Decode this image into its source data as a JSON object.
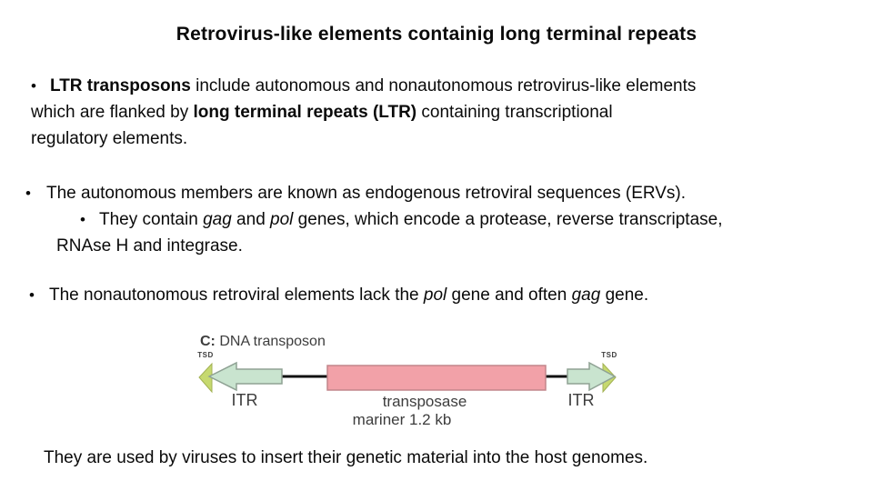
{
  "title": "Retrovirus-like elements containig long terminal repeats",
  "bullet_char": "•",
  "paragraph1": {
    "line1": {
      "run_bold": "LTR transposons",
      "run_rest": " include autonomous and nonautonomous retrovirus-like elements"
    },
    "line2": {
      "run1": "which are flanked by ",
      "run_bold": "long terminal repeats (LTR)",
      "run2": " containing transcriptional"
    },
    "line3": "regulatory elements."
  },
  "paragraph2": {
    "line1": "The autonomous members are known as endogenous retroviral sequences (ERVs).",
    "line2": {
      "run1": "They contain ",
      "italic1": "gag",
      "run2": " and ",
      "italic2": "pol",
      "run3": " genes, which encode a protease, reverse transcriptase,"
    },
    "line3": "RNAse H and integrase."
  },
  "paragraph3": {
    "run1": "The nonautonomous retroviral elements lack the ",
    "italic1": "pol",
    "run2": " gene and often ",
    "italic2": "gag",
    "run3": " gene."
  },
  "diagram": {
    "label_bold": "C:",
    "label_rest": " DNA transposon",
    "tsd_left": "TSD",
    "tsd_right": "TSD",
    "itr_left": "ITR",
    "itr_right": "ITR",
    "box_label": "transposase",
    "size_label": "mariner 1.2 kb",
    "colors": {
      "box_fill": "#f2a1a8",
      "box_border": "#c2858b",
      "arrow_fill": "#c9e4cf",
      "arrow_border": "#8fa294",
      "tsd_fill": "#c6d96f",
      "tsd_border": "#a3b254",
      "connector": "#111111",
      "label_text": "#3d3d3d"
    }
  },
  "footer": "They are used by viruses to insert their genetic material into the host genomes."
}
